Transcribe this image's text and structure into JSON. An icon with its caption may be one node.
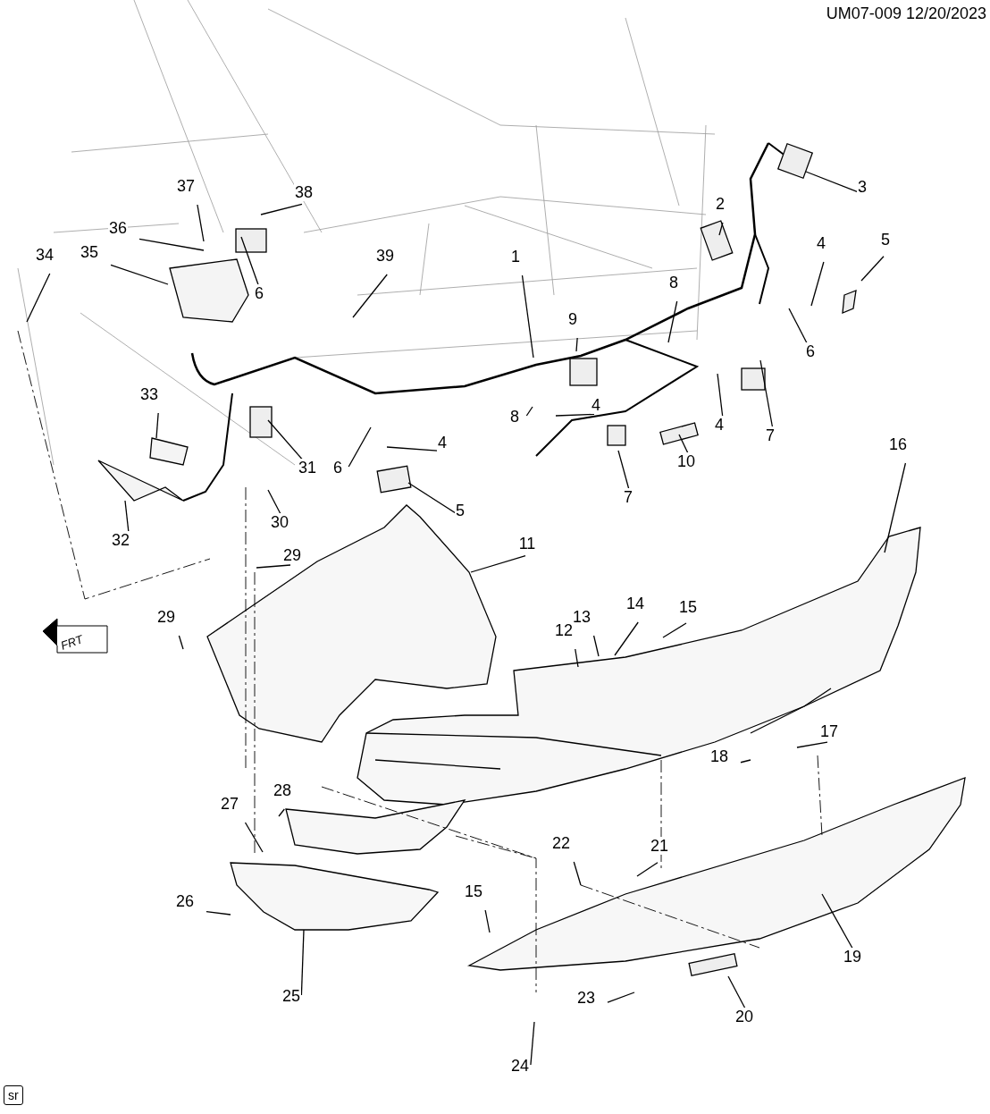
{
  "diagram": {
    "nodes": [
      {
        "text": [
          "37"
        ]
      },
      {
        "text": [
          "3"
        ]
      },
      {
        "text": [
          "38"
        ]
      },
      {
        "text": [
          "2"
        ]
      },
      {
        "text": [
          "36"
        ]
      },
      {
        "text": [
          "5"
        ]
      },
      {
        "text": [
          "4"
        ]
      },
      {
        "text": [
          "35"
        ]
      },
      {
        "text": [
          "34"
        ]
      },
      {
        "text": [
          "1"
        ]
      },
      {
        "text": [
          "39"
        ]
      },
      {
        "text": [
          "8"
        ]
      },
      {
        "text": [
          "6"
        ]
      },
      {
        "text": [
          "9"
        ]
      },
      {
        "text": [
          "6"
        ]
      },
      {
        "text": [
          "33"
        ]
      },
      {
        "text": [
          "4"
        ]
      },
      {
        "text": [
          "8"
        ]
      },
      {
        "text": [
          "4"
        ]
      },
      {
        "text": [
          "7"
        ]
      },
      {
        "text": [
          "4"
        ]
      },
      {
        "text": [
          "16"
        ]
      },
      {
        "text": [
          "10"
        ]
      },
      {
        "text": [
          "31"
        ]
      },
      {
        "text": [
          "6"
        ]
      },
      {
        "text": [
          "7"
        ]
      },
      {
        "text": [
          "5"
        ]
      },
      {
        "text": [
          "30"
        ]
      },
      {
        "text": [
          "32"
        ]
      },
      {
        "text": [
          "11"
        ]
      },
      {
        "text": [
          "29"
        ]
      },
      {
        "text": [
          "14"
        ]
      },
      {
        "text": [
          "15"
        ]
      },
      {
        "text": [
          "13"
        ]
      },
      {
        "text": [
          "29"
        ]
      },
      {
        "text": [
          "12"
        ]
      },
      {
        "text": [
          "17"
        ]
      },
      {
        "text": [
          "18"
        ]
      },
      {
        "text": [
          "28"
        ]
      },
      {
        "text": [
          "27"
        ]
      },
      {
        "text": [
          "22"
        ]
      },
      {
        "text": [
          "21"
        ]
      },
      {
        "text": [
          "15"
        ]
      },
      {
        "text": [
          "26"
        ]
      },
      {
        "text": [
          "19"
        ]
      },
      {
        "text": [
          "25"
        ]
      },
      {
        "text": [
          "23"
        ]
      },
      {
        "text": [
          "20"
        ]
      },
      {
        "text": [
          "24"
        ]
      }
    ],
    "edges": [
      {
        "from": 0,
        "to": null,
        "arrow": "none"
      },
      {
        "from": 1,
        "to": null,
        "arrow": "none"
      },
      {
        "from": 2,
        "to": null,
        "arrow": "none"
      },
      {
        "from": 3,
        "to": null,
        "arrow": "none"
      },
      {
        "from": 4,
        "to": null,
        "arrow": "none"
      },
      {
        "from": 5,
        "to": null,
        "arrow": "none"
      },
      {
        "from": 6,
        "to": null,
        "arrow": "none"
      },
      {
        "from": 7,
        "to": null,
        "arrow": "none"
      },
      {
        "from": 8,
        "to": null,
        "arrow": "none"
      },
      {
        "from": 9,
        "to": null,
        "arrow": "none"
      },
      {
        "from": 10,
        "to": null,
        "arrow": "none"
      },
      {
        "from": 11,
        "to": null,
        "arrow": "none"
      },
      {
        "from": 12,
        "to": null,
        "arrow": "none"
      },
      {
        "from": 13,
        "to": null,
        "arrow": "none"
      },
      {
        "from": 14,
        "to": null,
        "arrow": "none"
      },
      {
        "from": 15,
        "to": null,
        "arrow": "none"
      },
      {
        "from": 16,
        "to": null,
        "arrow": "none"
      },
      {
        "from": 17,
        "to": null,
        "arrow": "none"
      },
      {
        "from": 18,
        "to": null,
        "arrow": "none"
      },
      {
        "from": 19,
        "to": null,
        "arrow": "none"
      },
      {
        "from": 20,
        "to": null,
        "arrow": "none"
      },
      {
        "from": 21,
        "to": null,
        "arrow": "none"
      },
      {
        "from": 22,
        "to": null,
        "arrow": "none"
      },
      {
        "from": 23,
        "to": null,
        "arrow": "none"
      },
      {
        "from": 24,
        "to": null,
        "arrow": "none"
      },
      {
        "from": 25,
        "to": null,
        "arrow": "none"
      },
      {
        "from": 26,
        "to": null,
        "arrow": "none"
      },
      {
        "from": 27,
        "to": null,
        "arrow": "none"
      },
      {
        "from": 28,
        "to": null,
        "arrow": "none"
      },
      {
        "from": 29,
        "to": null,
        "arrow": "none"
      },
      {
        "from": 30,
        "to": null,
        "arrow": "none"
      },
      {
        "from": 31,
        "to": null,
        "arrow": "none"
      },
      {
        "from": 32,
        "to": null,
        "arrow": "none"
      },
      {
        "from": 33,
        "to": null,
        "arrow": "none"
      },
      {
        "from": 34,
        "to": null,
        "arrow": "none"
      },
      {
        "from": 35,
        "to": null,
        "arrow": "none"
      },
      {
        "from": 36,
        "to": null,
        "arrow": "none"
      },
      {
        "from": 37,
        "to": null,
        "arrow": "none"
      },
      {
        "from": 38,
        "to": null,
        "arrow": "none"
      },
      {
        "from": 39,
        "to": null,
        "arrow": "none"
      },
      {
        "from": 40,
        "to": null,
        "arrow": "none"
      },
      {
        "from": 41,
        "to": null,
        "arrow": "none"
      },
      {
        "from": 42,
        "to": null,
        "arrow": "none"
      },
      {
        "from": 43,
        "to": null,
        "arrow": "none"
      },
      {
        "from": 44,
        "to": null,
        "arrow": "none"
      },
      {
        "from": 45,
        "to": null,
        "arrow": "none"
      },
      {
        "from": 46,
        "to": null,
        "arrow": "none"
      },
      {
        "from": 47,
        "to": null,
        "arrow": "none"
      },
      {
        "from": 48,
        "to": null,
        "arrow": "none"
      }
    ],
    "labels": [
      "UM07-009 12/20/2023",
      "FRT",
      "sr"
    ]
  }
}
